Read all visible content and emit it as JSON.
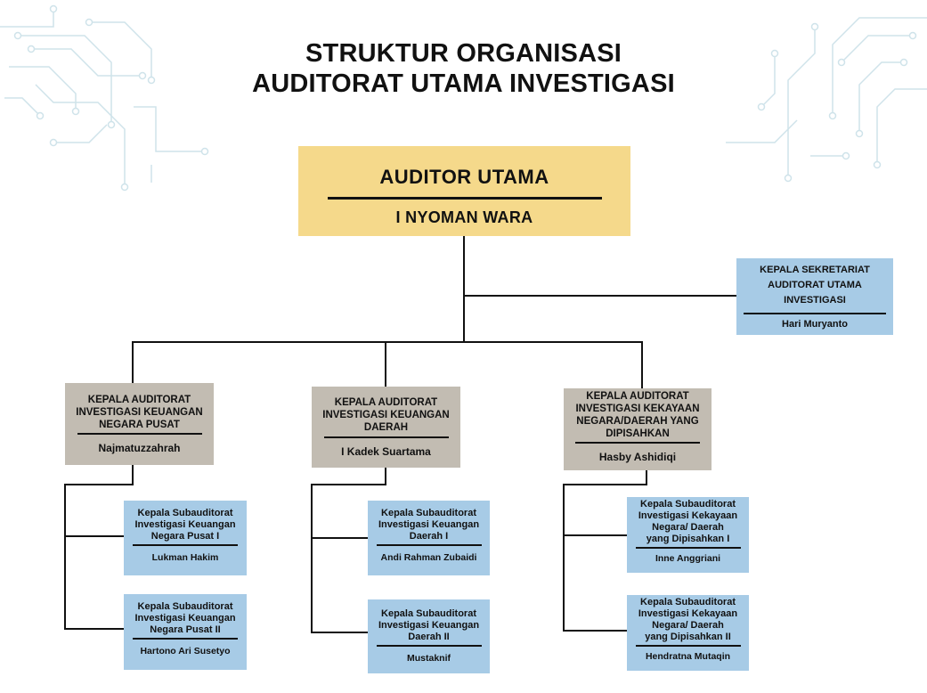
{
  "title": {
    "line1": "STRUKTUR ORGANISASI",
    "line2": "AUDITORAT UTAMA INVESTIGASI"
  },
  "top": {
    "role": "AUDITOR UTAMA",
    "person": "I NYOMAN WARA"
  },
  "secretariat": {
    "role_lines": [
      "KEPALA SEKRETARIAT",
      "AUDITORAT UTAMA",
      "INVESTIGASI"
    ],
    "person": "Hari Muryanto"
  },
  "auditorats": [
    {
      "role_lines": [
        "KEPALA AUDITORAT",
        "INVESTIGASI KEUANGAN",
        "NEGARA PUSAT"
      ],
      "person": "Najmatuzzahrah",
      "subs": [
        {
          "role_lines": [
            "Kepala Subauditorat",
            "Investigasi Keuangan",
            "Negara Pusat I"
          ],
          "person": "Lukman Hakim"
        },
        {
          "role_lines": [
            "Kepala Subauditorat",
            "Investigasi Keuangan",
            "Negara Pusat II"
          ],
          "person": "Hartono Ari Susetyo"
        }
      ]
    },
    {
      "role_lines": [
        "KEPALA AUDITORAT",
        "INVESTIGASI KEUANGAN",
        "DAERAH"
      ],
      "person": "I Kadek Suartama",
      "subs": [
        {
          "role_lines": [
            "Kepala Subauditorat",
            "Investigasi Keuangan",
            "Daerah I"
          ],
          "person": "Andi Rahman Zubaidi"
        },
        {
          "role_lines": [
            "Kepala Subauditorat",
            "Investigasi Keuangan",
            "Daerah II"
          ],
          "person": "Mustaknif"
        }
      ]
    },
    {
      "role_lines": [
        "KEPALA AUDITORAT",
        "INVESTIGASI KEKAYAAN",
        "NEGARA/DAERAH YANG",
        "DIPISAHKAN"
      ],
      "person": "Hasby Ashidiqi",
      "subs": [
        {
          "role_lines": [
            "Kepala Subauditorat",
            "Investigasi Kekayaan",
            "Negara/ Daerah",
            "yang Dipisahkan I"
          ],
          "person": "Inne Anggriani"
        },
        {
          "role_lines": [
            "Kepala Subauditorat",
            "Investigasi Kekayaan",
            "Negara/ Daerah",
            "yang Dipisahkan II"
          ],
          "person": "Hendratna Mutaqin"
        }
      ]
    }
  ],
  "colors": {
    "top_fill": "#f5d98b",
    "auditorat_fill": "#c2bcb2",
    "sub_fill": "#a7cbe6",
    "line": "#111111",
    "circuit": "#cfe3ea"
  }
}
